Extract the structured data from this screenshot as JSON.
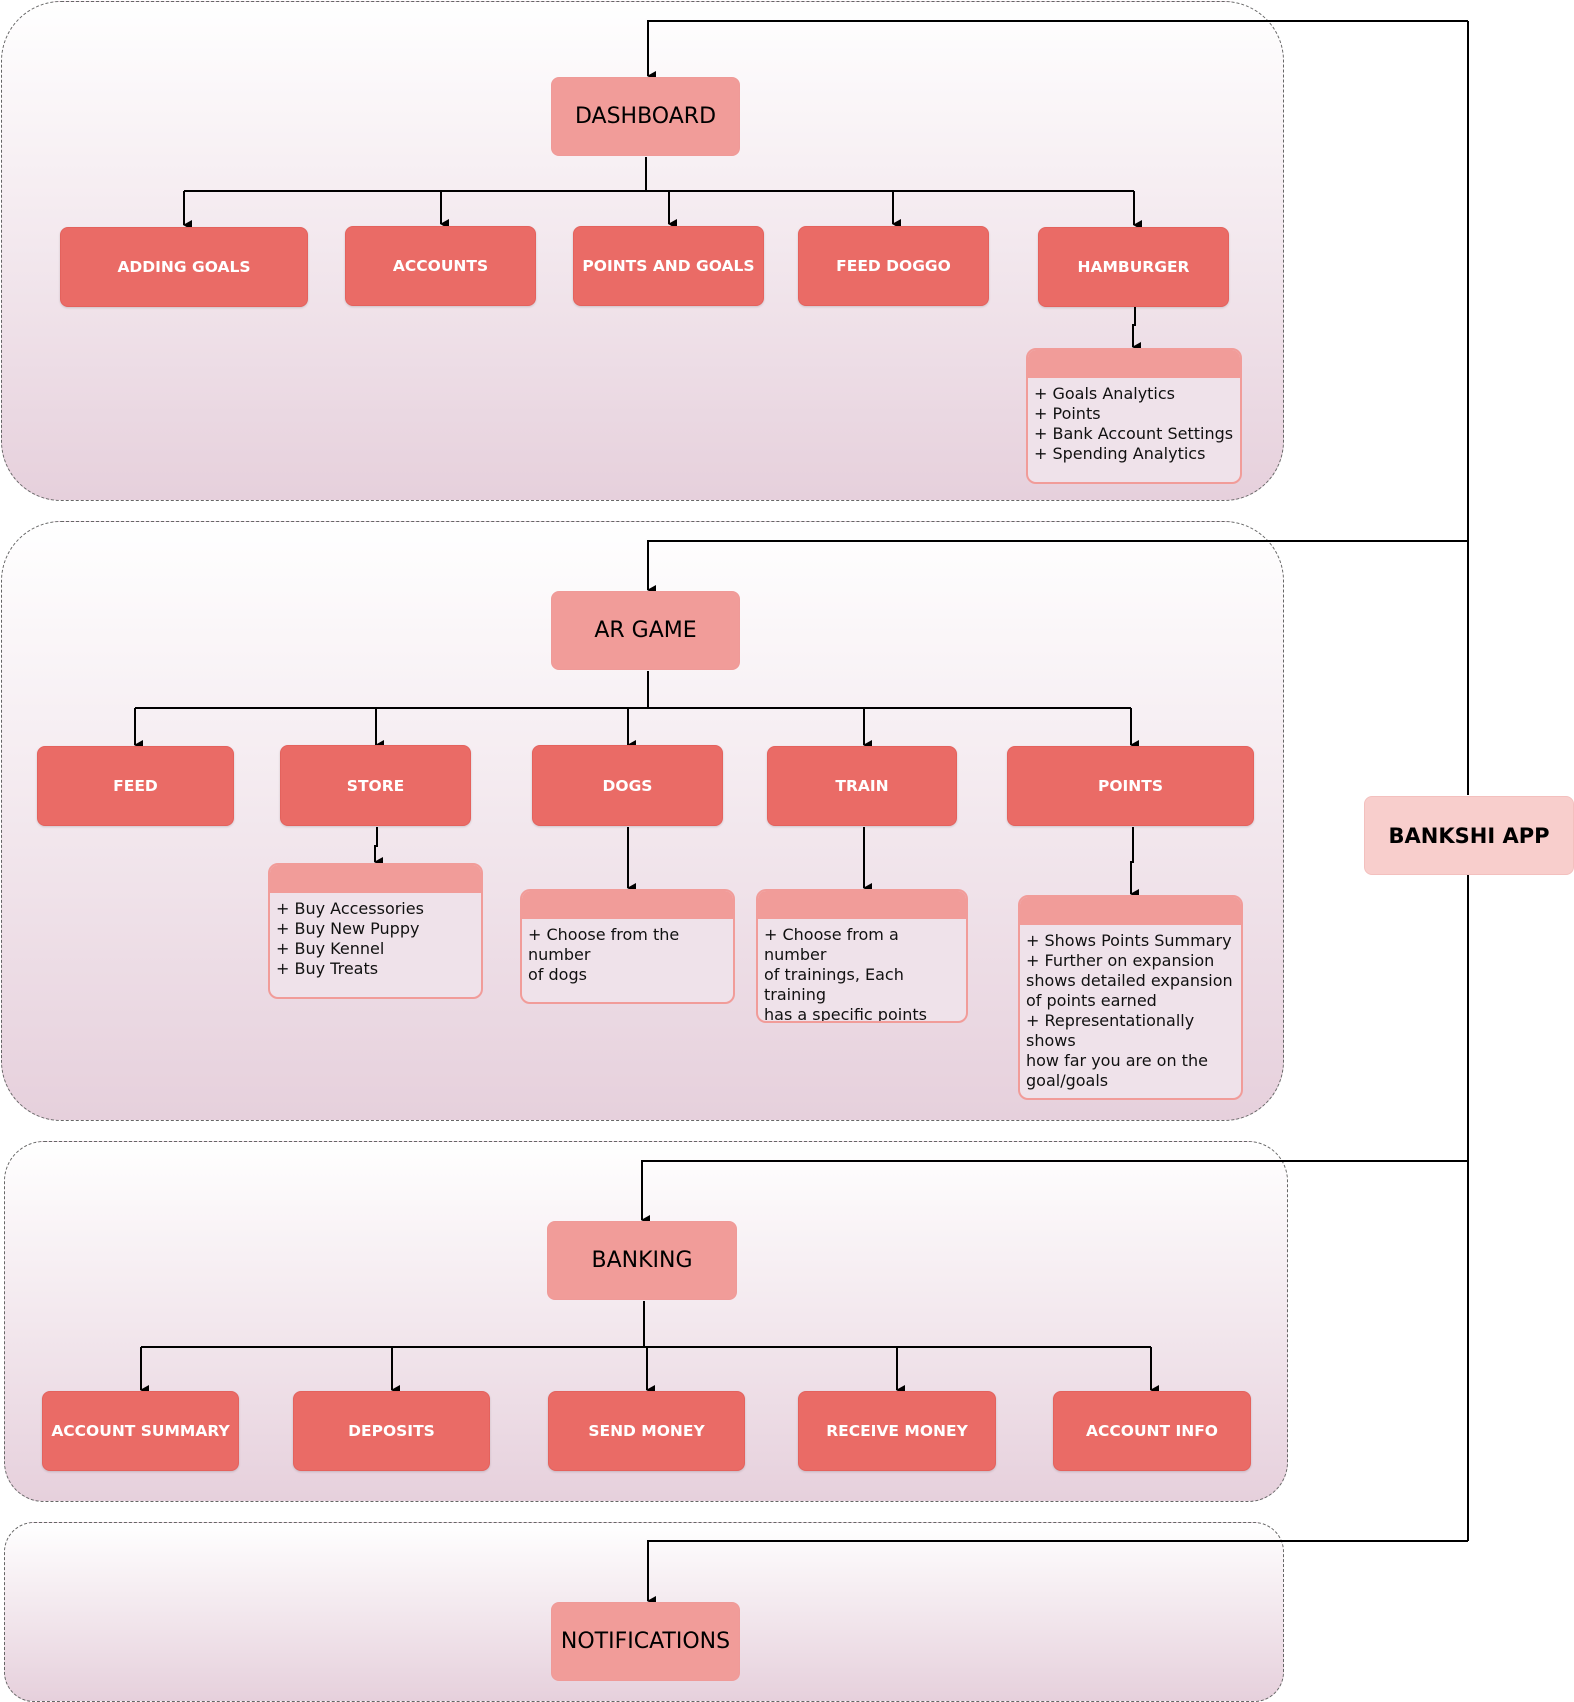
{
  "app": {
    "label": "BANKSHI APP"
  },
  "dashboard": {
    "title": "DASHBOARD",
    "children": [
      "ADDING GOALS",
      "ACCOUNTS",
      "POINTS AND GOALS",
      "FEED DOGGO",
      "HAMBURGER"
    ],
    "hamburger_note": [
      "+ Goals Analytics",
      "+ Points",
      "+ Bank Account Settings",
      "+ Spending Analytics"
    ]
  },
  "ar_game": {
    "title": "AR GAME",
    "children": [
      "FEED",
      "STORE",
      "DOGS",
      "TRAIN",
      "POINTS"
    ],
    "store_note": [
      "+ Buy Accessories",
      "+ Buy New Puppy",
      "+ Buy Kennel",
      "+ Buy Treats"
    ],
    "dogs_note": [
      "+ Choose from the number\n of dogs"
    ],
    "train_note": [
      "+ Choose from a number\nof trainings, Each training\nhas a specific points\nassociated with it."
    ],
    "points_note": [
      "+ Shows Points Summary",
      "+ Further on expansion\nshows detailed expansion\nof points earned",
      "+ Representationally shows\nhow far you are on the\ngoal/goals"
    ]
  },
  "banking": {
    "title": "BANKING",
    "children": [
      "ACCOUNT SUMMARY",
      "DEPOSITS",
      "SEND MONEY",
      "RECEIVE MONEY",
      "ACCOUNT INFO"
    ]
  },
  "notifications": {
    "title": "NOTIFICATIONS"
  }
}
